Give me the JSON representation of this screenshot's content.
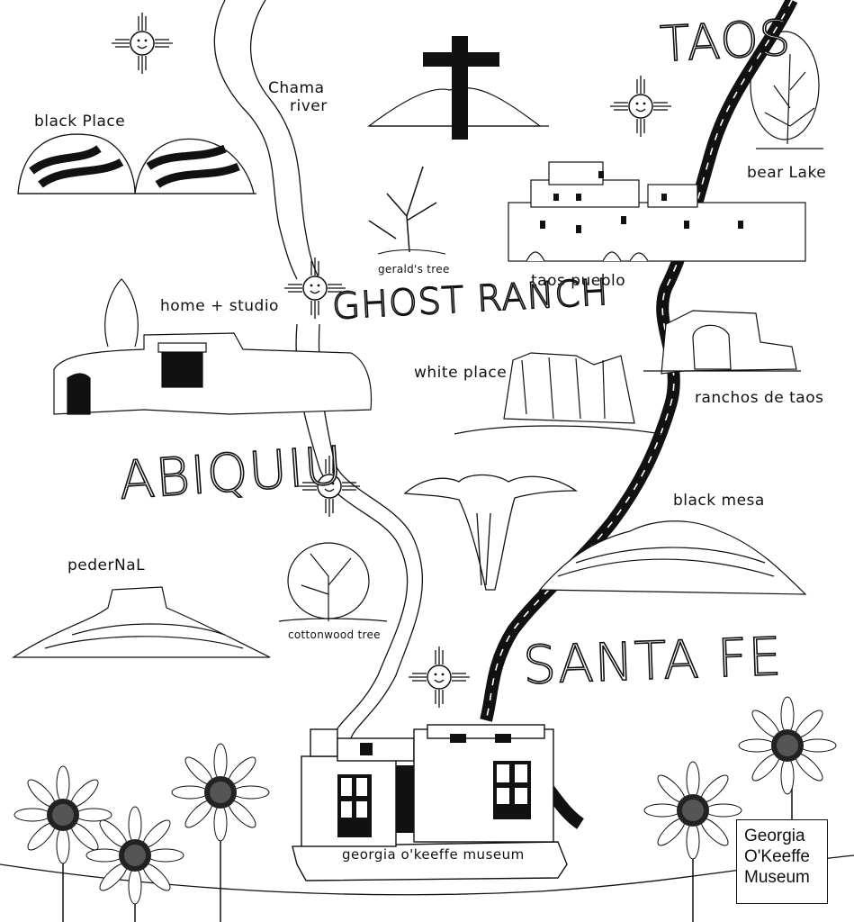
{
  "labels": {
    "chama_river_1": "Chama",
    "chama_river_2": "river",
    "black_place": "black Place",
    "taos": "TAOS",
    "bear_lake": "bear Lake",
    "geralds_tree": "gerald's tree",
    "taos_pueblo": "taos pueblo",
    "home_studio": "home + studio",
    "ghost_ranch": "GHOST RANCH",
    "white_place": "white place",
    "ranchos_de_taos": "ranchos de taos",
    "abiquiu": "ABIQUIU",
    "black_mesa": "black mesa",
    "pedernal": "pederNaL",
    "cottonwood_tree": "cottonwood tree",
    "santa_fe": "SANTA FE",
    "museum": "georgia o'keeffe museum"
  },
  "logo": {
    "line1": "Georgia",
    "line2": "O'Keeffe",
    "line3": "Museum"
  },
  "colors": {
    "ink": "#111111",
    "paper": "#ffffff"
  },
  "icons": [
    "zia-sun-icon",
    "cross-icon",
    "cow-skull-icon",
    "sunflower-icon",
    "tree-icon",
    "adobe-building-icon",
    "mesa-icon",
    "road-icon",
    "river-icon"
  ]
}
